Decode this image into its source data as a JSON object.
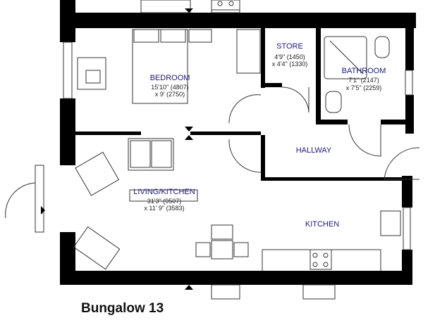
{
  "plan": {
    "title": "Bungalow 13",
    "rooms": {
      "bedroom": {
        "name": "BEDROOM",
        "dim1": "15'10\" (4807)",
        "dim2": "x 9' (2750)"
      },
      "store": {
        "name": "STORE",
        "dim1": "4'9\" (1450)",
        "dim2": "x 4'4\" (1330)"
      },
      "bathroom": {
        "name": "BATHROOM",
        "dim1": "7'1\" (2147)",
        "dim2": "x 7'5\" (2259)"
      },
      "hallway": {
        "name": "HALLWAY"
      },
      "living": {
        "name": "LIVING/KITCHEN",
        "dim1": "31'3\" (9507)",
        "dim2": "x 11' 9\" (3583)"
      },
      "kitchen": {
        "name": "KITCHEN"
      }
    }
  }
}
